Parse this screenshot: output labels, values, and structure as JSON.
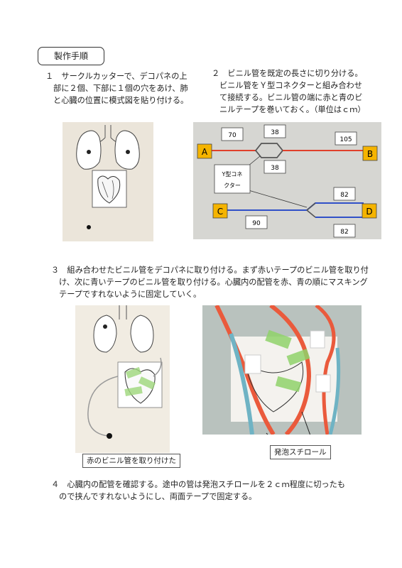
{
  "heading": "製作手順",
  "step1": {
    "lines": [
      "１　サークルカッターで、デコパネの上",
      "部に２個、下部に１個の穴をあけ、肺",
      "と心臓の位置に模式図を貼り付ける。"
    ]
  },
  "step2": {
    "lines": [
      "２　ビニル管を既定の長さに切り分ける。",
      "ビニル管をＹ型コネクターと組み合わせ",
      "て接続する。ビニル管の端に赤と青のビ",
      "ニルテープを巻いておく。（単位はｃｍ）"
    ]
  },
  "diagram": {
    "ends": [
      "A",
      "B",
      "C",
      "D"
    ],
    "lengths": {
      "a": "70",
      "top": "38",
      "bottom": "38",
      "b": "105",
      "d_top": "82",
      "c": "90",
      "d_bottom": "82"
    },
    "connector_label_lines": [
      "Y型コネ",
      "クター"
    ]
  },
  "step3": {
    "lines": [
      "３　組み合わせたビニル管をデコパネに取り付ける。まず赤いテープのビニル管を取り付",
      "け、次に青いテープのビニル管を取り付ける。心臓内の配管を赤、青の順にマスキング",
      "テープですれないように固定していく。"
    ]
  },
  "captions": {
    "left": "赤のビニル管を取り付けた",
    "right": "発泡スチロール"
  },
  "step4": {
    "lines": [
      "４　心臓内の配管を確認する。途中の管は発泡スチロールを２ｃｍ程度に切ったも",
      "ので挟んですれないようにし、両面テープで固定する。"
    ]
  },
  "colors": {
    "label_fill": "#f5b400",
    "red_tube": "#e0402a",
    "blue_tube": "#3050c8",
    "board": "#f1ece2"
  }
}
